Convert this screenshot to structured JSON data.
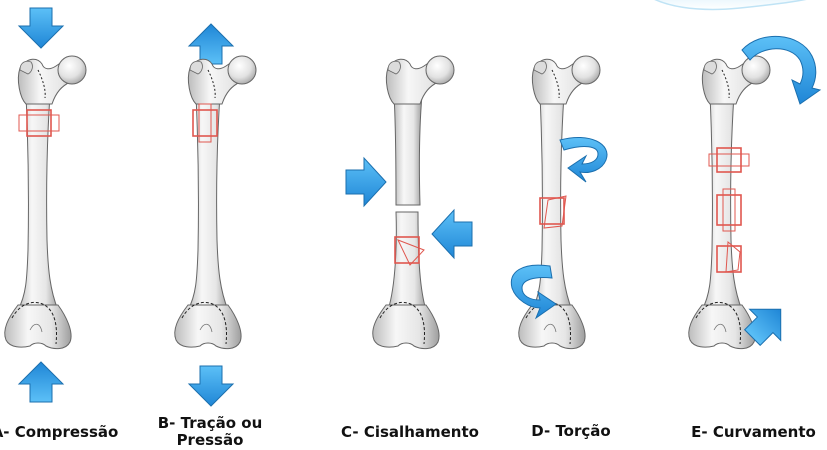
{
  "panels": [
    {
      "id": "A",
      "label_line1": "A- Compressão",
      "label_line2": ""
    },
    {
      "id": "B",
      "label_line1": "B- Tração ou",
      "label_line2": "Pressão"
    },
    {
      "id": "C",
      "label_line1": "C- Cisalhamento",
      "label_line2": ""
    },
    {
      "id": "D",
      "label_line1": "D- Torção",
      "label_line2": ""
    },
    {
      "id": "E",
      "label_line1": "E- Curvamento",
      "label_line2": ""
    }
  ],
  "colors": {
    "arrow_fill": "#2f9be6",
    "arrow_edge": "#1b6fae",
    "marker": "#e0574f",
    "bone_fill": "#ededed",
    "bone_stroke": "#555555",
    "page_bg": "#ffffff"
  }
}
